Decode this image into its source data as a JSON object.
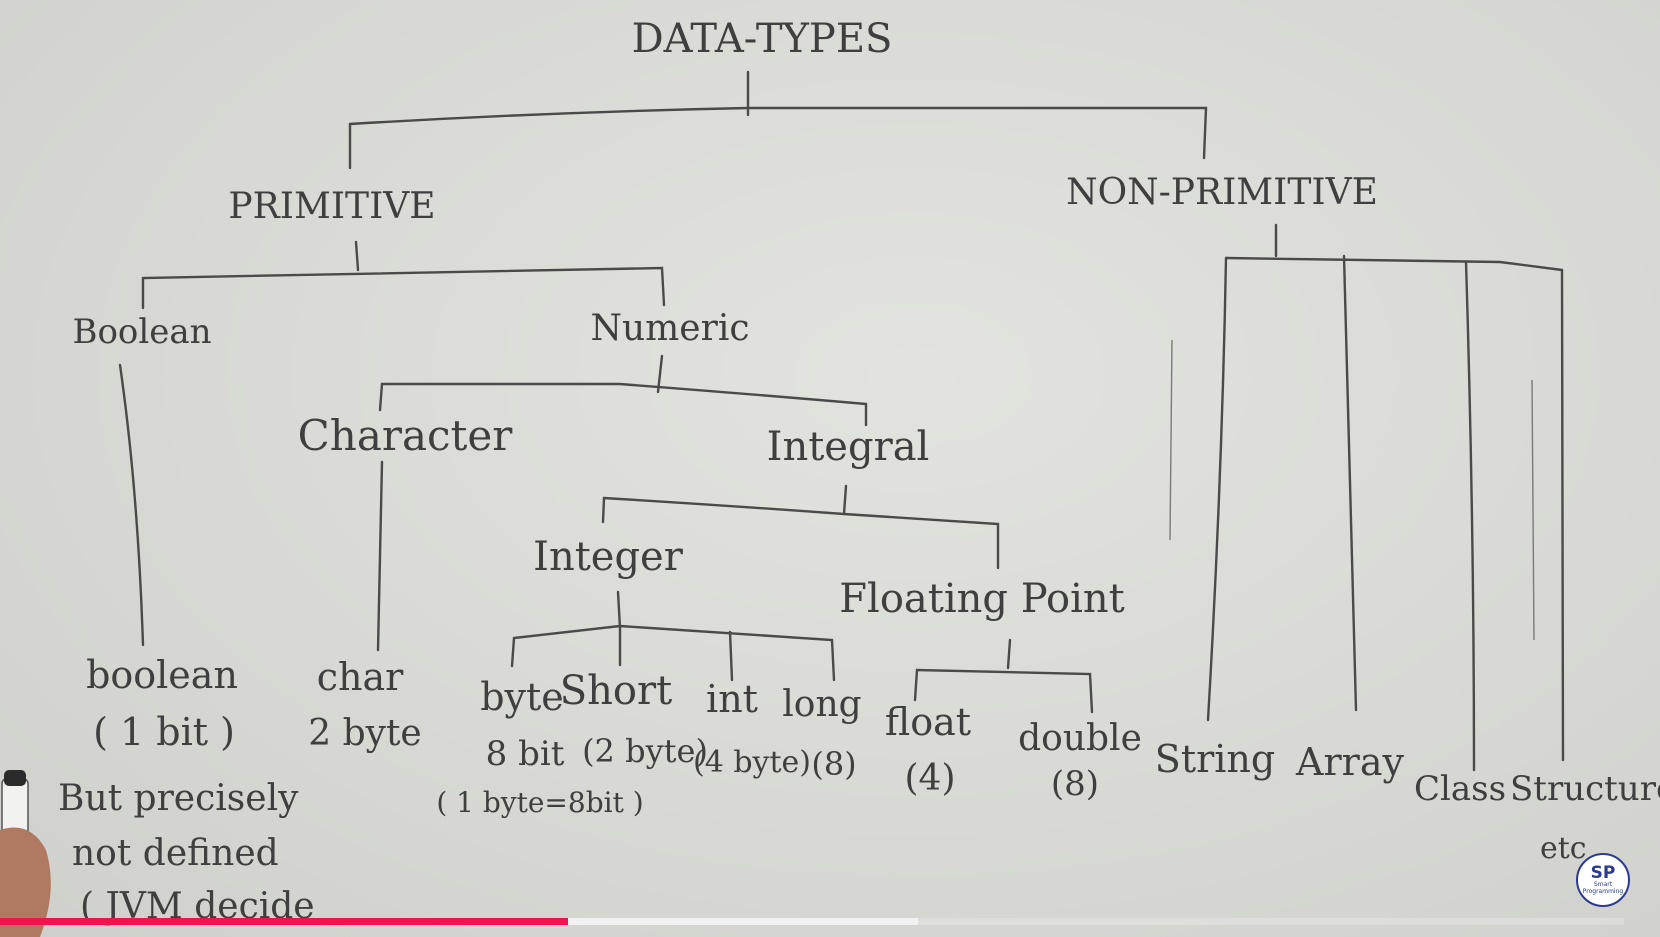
{
  "diagram": {
    "root": "DATA-TYPES",
    "primitive": "PRIMITIVE",
    "non_primitive": "NON-PRIMITIVE",
    "boolean_group": "Boolean",
    "numeric": "Numeric",
    "character": "Character",
    "integral": "Integral",
    "integer": "Integer",
    "floating_point": "Floating Point",
    "leaves": {
      "boolean": "boolean",
      "boolean_size": "( 1 bit )",
      "boolean_note_1": "But precisely",
      "boolean_note_2": "not defined",
      "boolean_note_3": "( JVM decide",
      "char": "char",
      "char_size": "2 byte",
      "byte": "byte",
      "byte_size": "8 bit",
      "byte_size_2": "( 1 byte=8bit )",
      "short": "Short",
      "short_size": "(2 byte)",
      "int": "int",
      "int_size": "(4 byte)",
      "long": "long",
      "long_size": "(8)",
      "float": "float",
      "float_size": "(4)",
      "double": "double",
      "double_size": "(8)",
      "string": "String",
      "array": "Array",
      "class": "Class",
      "structure": "Structure",
      "etc": "etc"
    }
  },
  "player": {
    "played_fraction": 0.35,
    "buffered_fraction": 0.565,
    "accent_color": "#f0134d",
    "watermark_logo": "SP",
    "watermark_text": "Smart Programming"
  }
}
